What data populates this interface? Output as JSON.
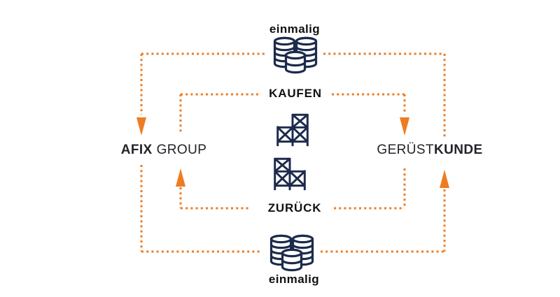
{
  "colors": {
    "accent": "#ED7C23",
    "navy": "#1C2B4D",
    "text": "#111111",
    "nodetext": "#232329"
  },
  "nodes": {
    "supplier": {
      "bold": "AFIX",
      "light": "GROUP"
    },
    "customer": {
      "light": "GERÜST",
      "bold": "KUNDE"
    }
  },
  "flows": {
    "payment_top": {
      "label": "einmalig",
      "icon": "coins-icon",
      "from": "customer",
      "to": "supplier"
    },
    "buy": {
      "label": "KAUFEN",
      "icon": "scaffold-icon",
      "from": "supplier",
      "to": "customer"
    },
    "return": {
      "label": "ZURÜCK",
      "icon": "scaffold-icon",
      "from": "customer",
      "to": "supplier"
    },
    "payment_bottom": {
      "label": "einmalig",
      "icon": "coins-icon",
      "from": "supplier",
      "to": "customer"
    }
  }
}
